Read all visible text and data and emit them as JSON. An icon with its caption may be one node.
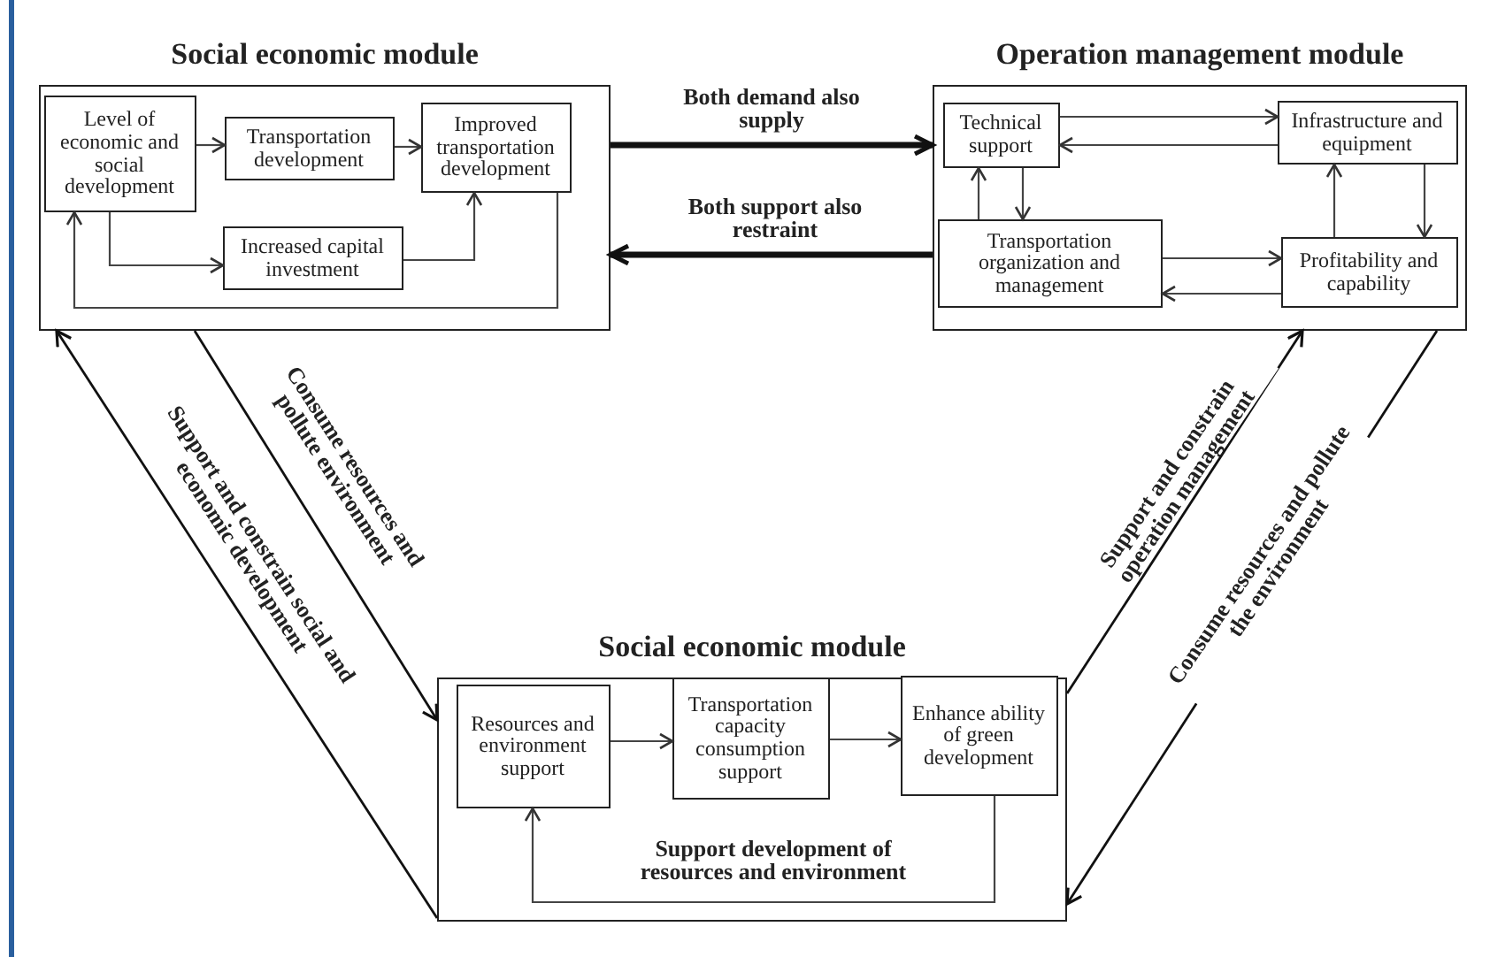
{
  "diagram": {
    "nodes": [
      {
        "text": [
          "Social economic module"
        ]
      },
      {
        "text": [
          "Level of economic and social development"
        ],
        "in": 0
      },
      {
        "text": [
          "Transportation development"
        ],
        "in": 0
      },
      {
        "text": [
          "Improved transportation development"
        ],
        "in": 0
      },
      {
        "text": [
          "Increased capital investment"
        ],
        "in": 0
      },
      {
        "text": [
          "Operation management module"
        ]
      },
      {
        "text": [
          "Technical support"
        ],
        "in": 5
      },
      {
        "text": [
          "Infrastructure and equipment"
        ],
        "in": 5
      },
      {
        "text": [
          "Transportation organization and management"
        ],
        "in": 5
      },
      {
        "text": [
          "Profitability and capability"
        ],
        "in": 5
      },
      {
        "text": [
          "Social economic module"
        ]
      },
      {
        "text": [
          "Resources and environment support"
        ],
        "in": 10
      },
      {
        "text": [
          "Transportation capacity consumption support"
        ],
        "in": 10
      },
      {
        "text": [
          "Enhance ability of green development"
        ],
        "in": 10
      }
    ],
    "edges": [
      {
        "from": 1,
        "to": 2,
        "arrow": "to"
      },
      {
        "from": 2,
        "to": 3,
        "arrow": "to"
      },
      {
        "from": 1,
        "to": 4,
        "arrow": "to"
      },
      {
        "from": 4,
        "to": 3,
        "arrow": "to"
      },
      {
        "from": 3,
        "to": 1,
        "arrow": "to"
      },
      {
        "from": 0,
        "to": 5,
        "arrow": "to",
        "label": "Both demand also supply",
        "style": "thick"
      },
      {
        "from": 5,
        "to": 0,
        "arrow": "to",
        "label": "Both support also restraint",
        "style": "thick"
      },
      {
        "from": 6,
        "to": 7,
        "arrow": "to"
      },
      {
        "from": 7,
        "to": 6,
        "arrow": "to"
      },
      {
        "from": 8,
        "to": 6,
        "arrow": "to"
      },
      {
        "from": 6,
        "to": 8,
        "arrow": "to"
      },
      {
        "from": 8,
        "to": 9,
        "arrow": "to"
      },
      {
        "from": 9,
        "to": 8,
        "arrow": "to"
      },
      {
        "from": 9,
        "to": 7,
        "arrow": "to"
      },
      {
        "from": 7,
        "to": 9,
        "arrow": "to"
      },
      {
        "from": 0,
        "to": 10,
        "arrow": "to",
        "label": "Consume resources and pollute environment"
      },
      {
        "from": 10,
        "to": 0,
        "arrow": "to",
        "label": "Support and constrain social and economic development"
      },
      {
        "from": 10,
        "to": 5,
        "arrow": "to",
        "label": "Support and constrain operation management"
      },
      {
        "from": 5,
        "to": 10,
        "arrow": "to",
        "label": "Consume resources and pollute the environment"
      },
      {
        "from": 11,
        "to": 12,
        "arrow": "to"
      },
      {
        "from": 12,
        "to": 13,
        "arrow": "to"
      },
      {
        "from": 13,
        "to": 11,
        "arrow": "to",
        "label": "Support development of resources and environment"
      }
    ]
  }
}
